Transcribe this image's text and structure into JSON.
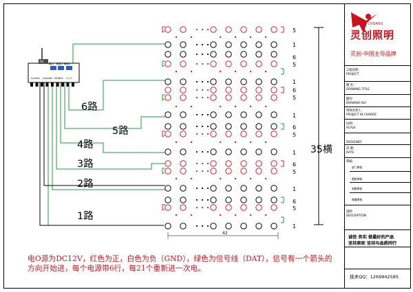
{
  "brand": {
    "name": "灵创照明",
    "name_en": "L-CHUANG",
    "slogan": "灵创-中国主导品牌",
    "color": "#c9141f"
  },
  "title_block": {
    "fields": [
      {
        "cn": "工程名称：",
        "en": "PROJECT"
      },
      {
        "cn": "图  名：",
        "en": "DRAWING TITLE"
      },
      {
        "cn": "图号：",
        "en": "DRAWING NO"
      },
      {
        "cn": "项目负责人：",
        "en": "PROJECT IN CHARGE"
      },
      {
        "cn": "比例：",
        "en": "SCALE"
      },
      {
        "cn": "",
        "en": "DESIGNED"
      },
      {
        "cn": "日  期：",
        "en": "DATE"
      },
      {
        "cn": "审核：",
        "en": ""
      }
    ],
    "sub_fields": [
      "部门审核",
      "图纸审核",
      "电路审核",
      "隐藏审核"
    ],
    "remark": {
      "cn": "说明",
      "en": "DESCRIPTION"
    },
    "motto_line1": "诚信  务实  做最好的产品",
    "motto_line2": "坚持原则  坚持与品质同行",
    "tech_contact": "技术QQ：1269942585"
  },
  "controller": {
    "top_label": "DC",
    "port_labels": [
      "输入",
      "输出1",
      "输出2"
    ],
    "bottom_labels": [
      "Current",
      "Cascade",
      "SIGNAL",
      "1 2 3"
    ]
  },
  "routes": [
    {
      "label": "6路"
    },
    {
      "label": "5路"
    },
    {
      "label": "4路"
    },
    {
      "label": "3路"
    },
    {
      "label": "2路"
    },
    {
      "label": "1路"
    }
  ],
  "row_numbers": [
    "5",
    "1",
    "6",
    "5",
    "1",
    "6",
    "5",
    "1",
    "6",
    "5",
    "1",
    "6",
    "5",
    "1",
    "6",
    "5",
    "1"
  ],
  "dimensions": {
    "height_label": "35横",
    "width_label": "42"
  },
  "note": {
    "line1": "电O源为DC12V，红色为正，白色为负（GND），绿色为信号线（DAT），信号有一个箭头的",
    "line2": "方向开始进，每个电源带6行，每21个重新进一次电。"
  },
  "colors": {
    "positive": "#d6202c",
    "negative": "#000000",
    "signal": "#1e9b3a",
    "dimension": "#7a7a7a"
  }
}
